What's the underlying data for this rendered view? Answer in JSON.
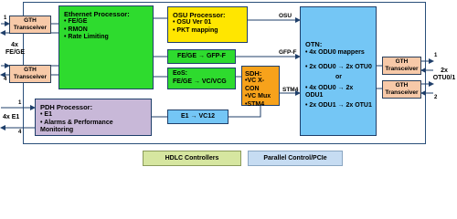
{
  "gth": {
    "label": "GTH Transceiver"
  },
  "ports": {
    "fe_ge": "4x FE/GE",
    "e1": "4x E1",
    "otu": "2x OTU0/1",
    "n1": "1",
    "n4": "4",
    "n1b": "1",
    "n4b": "4",
    "r1": "1",
    "r2": "2"
  },
  "ethernet": {
    "title": "Ethernet Processor:",
    "items": [
      "FE/GE",
      "RMON",
      "Rate Limiting"
    ]
  },
  "osu": {
    "title": "OSU Processor:",
    "items": [
      "OSU Ver 01",
      "PKT mapping"
    ]
  },
  "gfp": {
    "label": "FE/GE → GFP-F"
  },
  "eos": {
    "title": "EoS:",
    "line": "FE/GE → VC/VCG"
  },
  "sdh": {
    "title": "SDH:",
    "items": [
      "VC X-CON",
      "VC Mux",
      "STM4"
    ]
  },
  "otn": {
    "title": "OTN:",
    "items": [
      "4x ODU0 mappers",
      "2x ODU0 → 2x OTU0",
      "or",
      "4x ODU0 → 2x ODU1",
      "2x ODU1 → 2x OTU1"
    ]
  },
  "pdh": {
    "title": "PDH Processor:",
    "items": [
      "E1",
      "Alarms & Performance Monitoring"
    ]
  },
  "e1vc": {
    "label": "E1 → VC12"
  },
  "links": {
    "osu": "OSU",
    "gfp": "GFP-F",
    "stm4": "STM4"
  },
  "hdlc": {
    "label": "HDLC Controllers"
  },
  "parallel": {
    "label": "Parallel Control/PCIe"
  },
  "colors": {
    "ethernet": "#2edb2e",
    "osu": "#ffe600",
    "eos": "#2edb2e",
    "sdh": "#f7a21b",
    "otn": "#74c6f5",
    "pdh": "#c8b8d8",
    "e1vc": "#74c6f5",
    "hdlc": "#d6e6a0",
    "parallel": "#c6dcf2",
    "gth": "#f7c9a8"
  }
}
